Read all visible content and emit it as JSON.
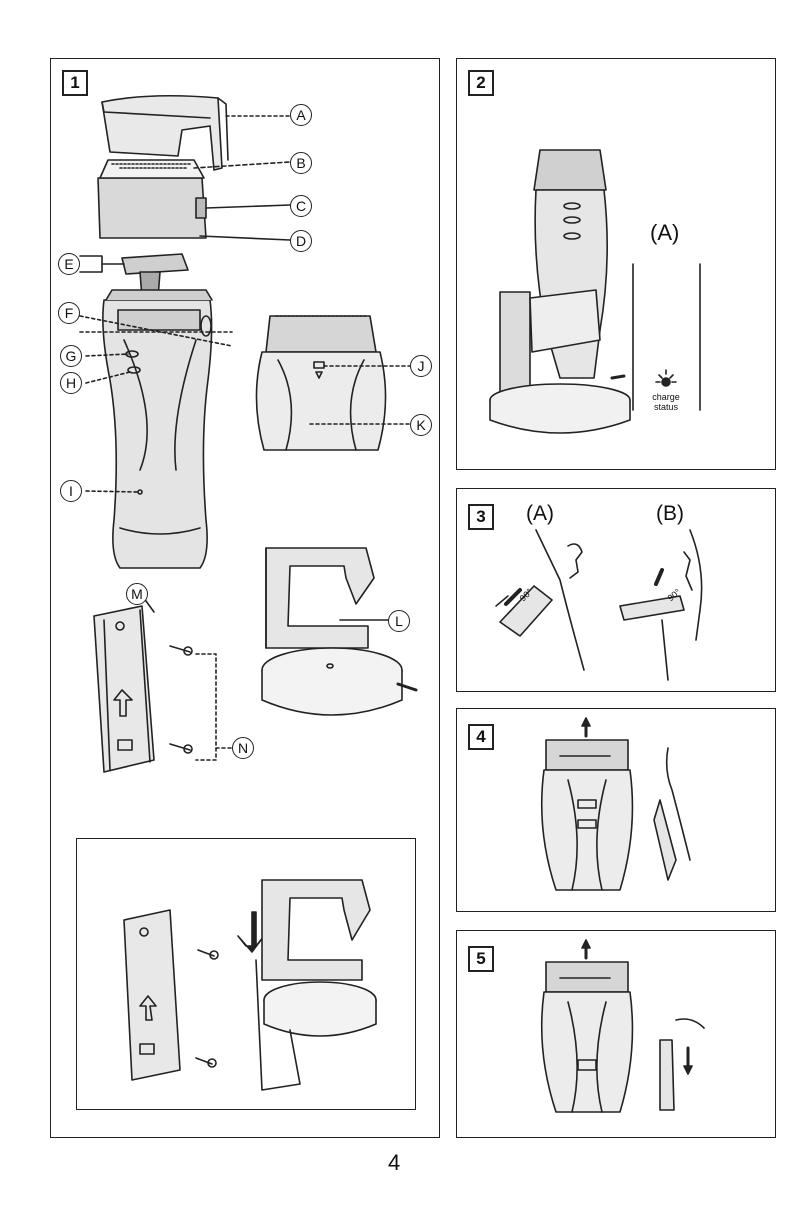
{
  "panels": [
    {
      "number": "1"
    },
    {
      "number": "2"
    },
    {
      "number": "3"
    },
    {
      "number": "4"
    },
    {
      "number": "5"
    }
  ],
  "callouts": {
    "A": "A",
    "B": "B",
    "C": "C",
    "D": "D",
    "E": "E",
    "F": "F",
    "G": "G",
    "H": "H",
    "I": "I",
    "J": "J",
    "K": "K",
    "L": "L",
    "M": "M",
    "N": "N"
  },
  "panel2": {
    "label_a": "(A)",
    "charge_status_line1": "charge",
    "charge_status_line2": "status"
  },
  "panel3": {
    "label_a": "(A)",
    "label_b": "(B)",
    "angle_a": "90°",
    "angle_b": "90°"
  },
  "page_number": "4"
}
